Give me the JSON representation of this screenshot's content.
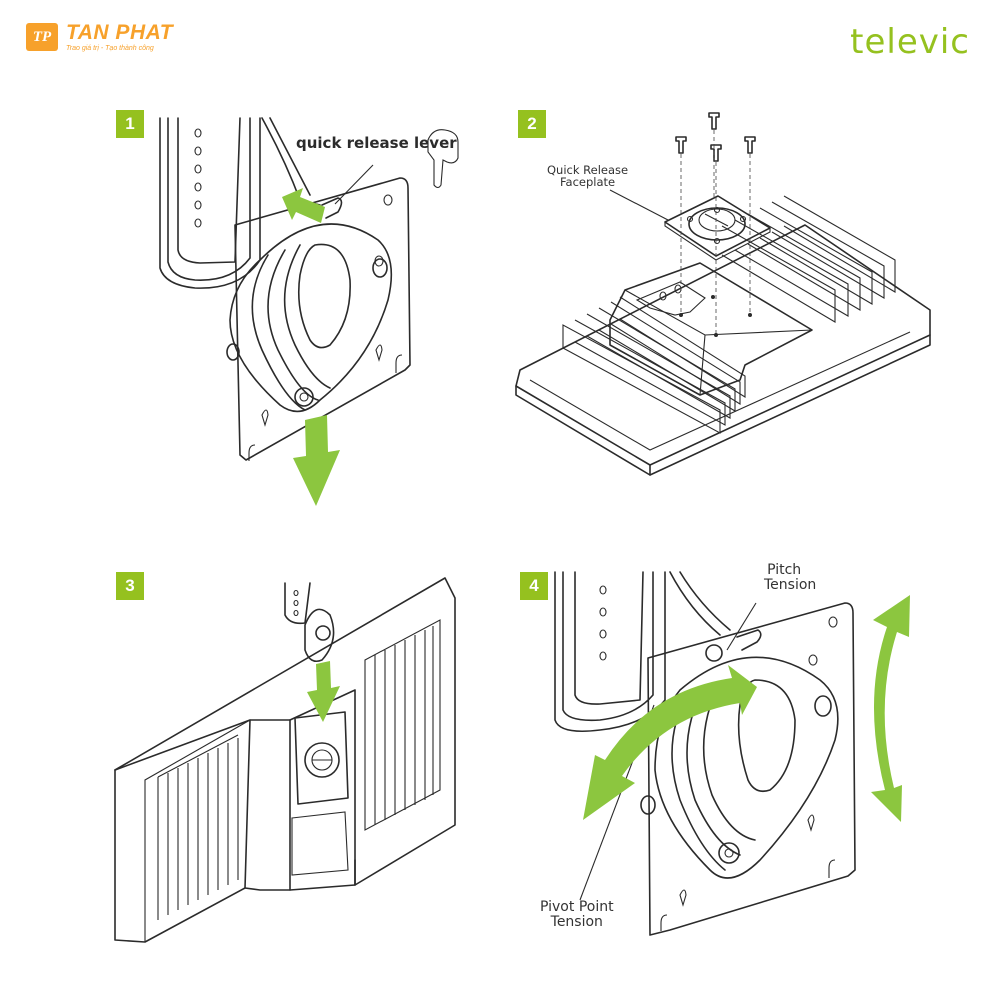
{
  "header": {
    "left_logo": {
      "mark": "TP",
      "name": "TAN PHAT",
      "slogan": "Trao giá trị - Tạo thành công",
      "color": "#f7a12b"
    },
    "right_logo": {
      "name": "televic",
      "color": "#95c11f"
    }
  },
  "accent_color": "#8cc63f",
  "steps": [
    {
      "number": "1",
      "callouts": [
        {
          "text": "quick release lever"
        }
      ],
      "icons": [
        "pointing-hand-icon",
        "up-left-arrow-icon",
        "down-arrow-icon"
      ]
    },
    {
      "number": "2",
      "callouts": [
        {
          "line1": "Quick Release",
          "line2": "Faceplate"
        }
      ],
      "icons": [
        "screw-icon"
      ]
    },
    {
      "number": "3",
      "callouts": [],
      "icons": [
        "down-arrow-icon"
      ]
    },
    {
      "number": "4",
      "callouts": [
        {
          "line1": "Pitch",
          "line2": "Tension"
        },
        {
          "line1": "Pivot Point",
          "line2": "Tension"
        }
      ],
      "icons": [
        "curved-double-arrow-icon"
      ]
    }
  ]
}
